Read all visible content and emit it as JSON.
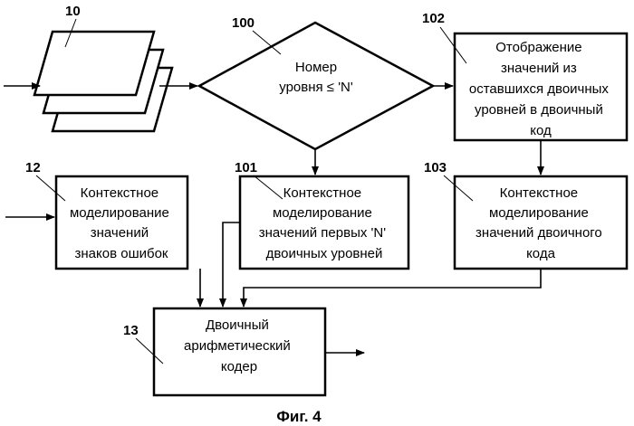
{
  "figure_caption": "Фиг. 4",
  "refs": {
    "frames": "10",
    "decision": "100",
    "mapping": "102",
    "ctx_first_n": "101",
    "ctx_binary": "103",
    "ctx_sign": "12",
    "coder": "13"
  },
  "decision": {
    "line1": "Номер",
    "line2": "уровня ≤ 'N'"
  },
  "mapping": {
    "lines": [
      "Отображение",
      "значений из",
      "оставшихся двоичных",
      "уровней в двоичный",
      "код"
    ]
  },
  "ctx_sign": {
    "lines": [
      "Контекстное",
      "моделирование",
      "значений",
      "знаков ошибок"
    ]
  },
  "ctx_first_n": {
    "lines": [
      "Контекстное",
      "моделирование",
      "значений первых 'N'",
      "двоичных уровней"
    ]
  },
  "ctx_binary": {
    "lines": [
      "Контекстное",
      "моделирование",
      "значений двоичного",
      "кода"
    ]
  },
  "coder": {
    "lines": [
      "Двоичный",
      "арифметический",
      "кодер"
    ]
  }
}
